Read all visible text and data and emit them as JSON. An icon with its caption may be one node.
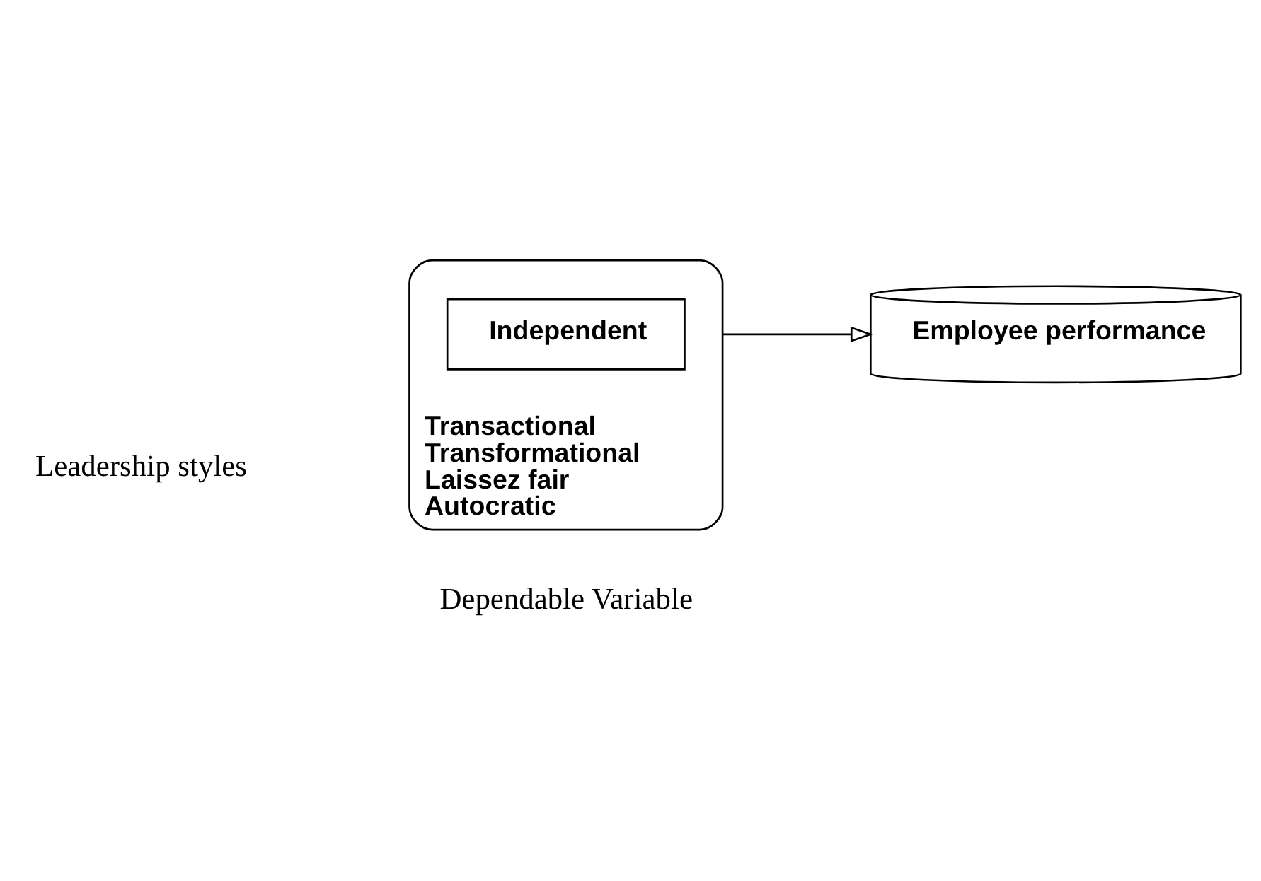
{
  "diagram": {
    "nodes": [
      {
        "text": [
          "Transactional",
          "Transformational",
          "Laissez fair",
          "Autocratic"
        ]
      },
      {
        "text": [
          "Independent"
        ],
        "in": 0
      },
      {
        "text": [
          "Employee performance"
        ]
      }
    ],
    "edges": [
      {
        "from": 0,
        "to": 2,
        "arrow": "to"
      }
    ],
    "labels": [
      "Leadership styles",
      "Dependable Variable"
    ]
  }
}
